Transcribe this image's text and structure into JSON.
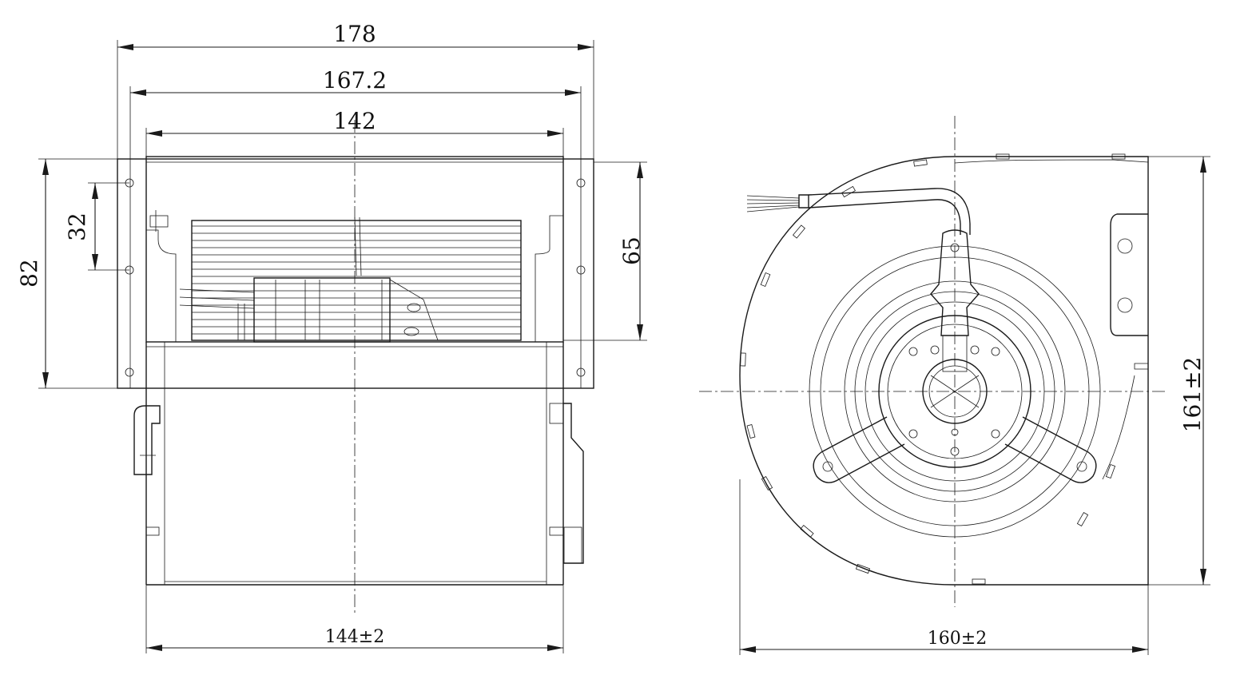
{
  "dimensions": {
    "width_178": "178",
    "width_167": "167.2",
    "width_142": "142",
    "height_32": "32",
    "height_82": "82",
    "height_65": "65",
    "width_144": "144±2",
    "width_160": "160±2",
    "height_161": "161±2"
  },
  "colors": {
    "line": "#1a1a1a",
    "background": "#ffffff"
  }
}
